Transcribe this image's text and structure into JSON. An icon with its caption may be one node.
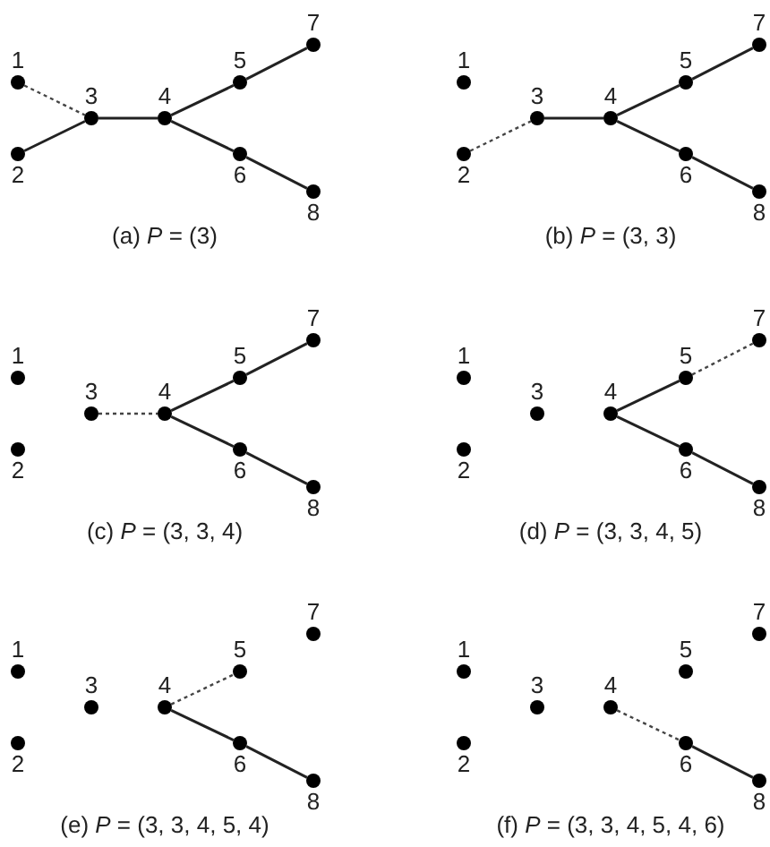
{
  "diagram": {
    "nodes": [
      {
        "text": [
          "1"
        ]
      },
      {
        "text": [
          "2"
        ]
      },
      {
        "text": [
          "3"
        ]
      },
      {
        "text": [
          "4"
        ]
      },
      {
        "text": [
          "5"
        ]
      },
      {
        "text": [
          "6"
        ]
      },
      {
        "text": [
          "7"
        ]
      },
      {
        "text": [
          "8"
        ]
      },
      {
        "text": [
          "1"
        ]
      },
      {
        "text": [
          "2"
        ]
      },
      {
        "text": [
          "3"
        ]
      },
      {
        "text": [
          "4"
        ]
      },
      {
        "text": [
          "5"
        ]
      },
      {
        "text": [
          "6"
        ]
      },
      {
        "text": [
          "7"
        ]
      },
      {
        "text": [
          "8"
        ]
      },
      {
        "text": [
          "1"
        ]
      },
      {
        "text": [
          "2"
        ]
      },
      {
        "text": [
          "3"
        ]
      },
      {
        "text": [
          "4"
        ]
      },
      {
        "text": [
          "5"
        ]
      },
      {
        "text": [
          "6"
        ]
      },
      {
        "text": [
          "7"
        ]
      },
      {
        "text": [
          "8"
        ]
      },
      {
        "text": [
          "1"
        ]
      },
      {
        "text": [
          "2"
        ]
      },
      {
        "text": [
          "3"
        ]
      },
      {
        "text": [
          "4"
        ]
      },
      {
        "text": [
          "5"
        ]
      },
      {
        "text": [
          "6"
        ]
      },
      {
        "text": [
          "7"
        ]
      },
      {
        "text": [
          "8"
        ]
      },
      {
        "text": [
          "1"
        ]
      },
      {
        "text": [
          "2"
        ]
      },
      {
        "text": [
          "3"
        ]
      },
      {
        "text": [
          "4"
        ]
      },
      {
        "text": [
          "5"
        ]
      },
      {
        "text": [
          "6"
        ]
      },
      {
        "text": [
          "7"
        ]
      },
      {
        "text": [
          "8"
        ]
      },
      {
        "text": [
          "1"
        ]
      },
      {
        "text": [
          "2"
        ]
      },
      {
        "text": [
          "3"
        ]
      },
      {
        "text": [
          "4"
        ]
      },
      {
        "text": [
          "5"
        ]
      },
      {
        "text": [
          "6"
        ]
      },
      {
        "text": [
          "7"
        ]
      },
      {
        "text": [
          "8"
        ]
      }
    ],
    "edges": [
      {
        "from": 0,
        "to": 2,
        "arrow": "none",
        "style": "dashed"
      },
      {
        "from": 1,
        "to": 2,
        "arrow": "none"
      },
      {
        "from": 2,
        "to": 3,
        "arrow": "none"
      },
      {
        "from": 3,
        "to": 4,
        "arrow": "none"
      },
      {
        "from": 4,
        "to": 6,
        "arrow": "none"
      },
      {
        "from": 3,
        "to": 5,
        "arrow": "none"
      },
      {
        "from": 5,
        "to": 7,
        "arrow": "none"
      },
      {
        "from": 9,
        "to": 10,
        "arrow": "none",
        "style": "dashed"
      },
      {
        "from": 10,
        "to": 11,
        "arrow": "none"
      },
      {
        "from": 11,
        "to": 12,
        "arrow": "none"
      },
      {
        "from": 12,
        "to": 14,
        "arrow": "none"
      },
      {
        "from": 11,
        "to": 13,
        "arrow": "none"
      },
      {
        "from": 13,
        "to": 15,
        "arrow": "none"
      },
      {
        "from": 18,
        "to": 19,
        "arrow": "none",
        "style": "dashed"
      },
      {
        "from": 19,
        "to": 20,
        "arrow": "none"
      },
      {
        "from": 20,
        "to": 22,
        "arrow": "none"
      },
      {
        "from": 19,
        "to": 21,
        "arrow": "none"
      },
      {
        "from": 21,
        "to": 23,
        "arrow": "none"
      },
      {
        "from": 28,
        "to": 30,
        "arrow": "none",
        "style": "dashed"
      },
      {
        "from": 27,
        "to": 28,
        "arrow": "none"
      },
      {
        "from": 27,
        "to": 29,
        "arrow": "none"
      },
      {
        "from": 29,
        "to": 31,
        "arrow": "none"
      },
      {
        "from": 35,
        "to": 36,
        "arrow": "none",
        "style": "dashed"
      },
      {
        "from": 35,
        "to": 37,
        "arrow": "none"
      },
      {
        "from": 37,
        "to": 39,
        "arrow": "none"
      },
      {
        "from": 43,
        "to": 45,
        "arrow": "none",
        "style": "dashed"
      },
      {
        "from": 45,
        "to": 47,
        "arrow": "none"
      }
    ],
    "labels": [
      "(a) *P* = (3)",
      "(b) *P* = (3, 3)",
      "(c) *P* = (3, 3, 4)",
      "(d) *P* = (3, 3, 4, 5)",
      "(e) *P* = (3, 3, 4, 5, 4)",
      "(f) *P* = (3, 3, 4, 5, 4, 6)"
    ]
  }
}
